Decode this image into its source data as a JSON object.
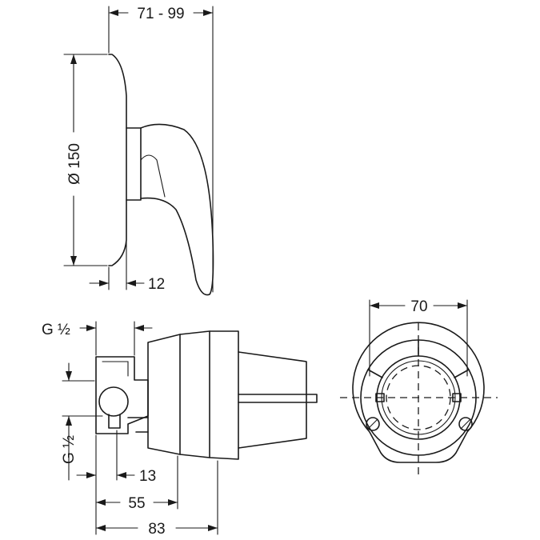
{
  "dimensions": {
    "depth_range": "71 - 99",
    "diameter": "Ø 150",
    "plate_thickness": "12",
    "inlet_top": "G ½",
    "inlet_side": "G ½",
    "offset_13": "13",
    "offset_55": "55",
    "overall_83": "83",
    "width_70": "70"
  }
}
